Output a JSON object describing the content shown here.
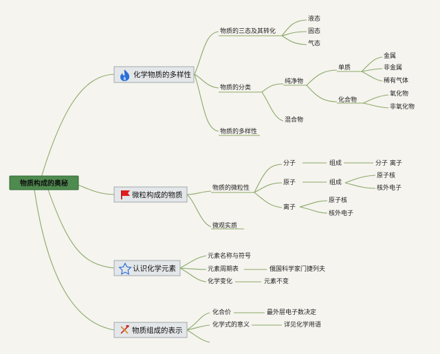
{
  "root": {
    "label": "物质构成的奥秘"
  },
  "branches": [
    {
      "label": "化学物质的多样性",
      "icon": "fire-icon",
      "children": [
        {
          "label": "物质的三态及其转化",
          "children": [
            "液态",
            "固态",
            "气态"
          ]
        },
        {
          "label": "物质的分类",
          "children": [
            {
              "label": "纯净物",
              "children": [
                {
                  "label": "单质",
                  "children": [
                    "金属",
                    "非金属",
                    "稀有气体"
                  ]
                },
                {
                  "label": "化合物",
                  "children": [
                    "氧化物",
                    "非氧化物"
                  ]
                }
              ]
            },
            {
              "label": "混合物"
            }
          ]
        },
        {
          "label": "物质的多样性"
        }
      ]
    },
    {
      "label": "微粒构成的物质",
      "icon": "red-flag-icon",
      "children": [
        {
          "label": "物质的微粒性",
          "children": [
            {
              "label": "分子",
              "children": [
                {
                  "label": "组成",
                  "children": [
                    "分子 离子"
                  ]
                }
              ]
            },
            {
              "label": "原子",
              "children": [
                {
                  "label": "组成",
                  "children": [
                    "原子核",
                    "核外电子"
                  ]
                }
              ]
            },
            {
              "label": "离子",
              "children": [
                "原子核",
                "核外电子"
              ]
            }
          ]
        },
        {
          "label": "微观实质"
        }
      ]
    },
    {
      "label": "认识化学元素",
      "icon": "star-outline-icon",
      "children": [
        {
          "label": "元素名称与符号"
        },
        {
          "label": "元素周期表",
          "children": [
            "俄国科学家门捷列夫"
          ]
        },
        {
          "label": "化学变化",
          "children": [
            "元素不变"
          ]
        }
      ]
    },
    {
      "label": "物质组成的表示",
      "icon": "tools-icon",
      "children": [
        {
          "label": "化合价",
          "children": [
            "最外层电子数决定"
          ]
        },
        {
          "label": "化学式的意义",
          "children": [
            "详见化学用语"
          ]
        },
        {
          "label": ""
        }
      ]
    }
  ],
  "colors": {
    "root_fill": "#4f8a4f",
    "root_border": "#2f6a2f",
    "branch_fill": "#e4e7e9",
    "branch_border": "#9fa7ab",
    "connector": "#8aa866",
    "background": "#f5f4ef"
  }
}
